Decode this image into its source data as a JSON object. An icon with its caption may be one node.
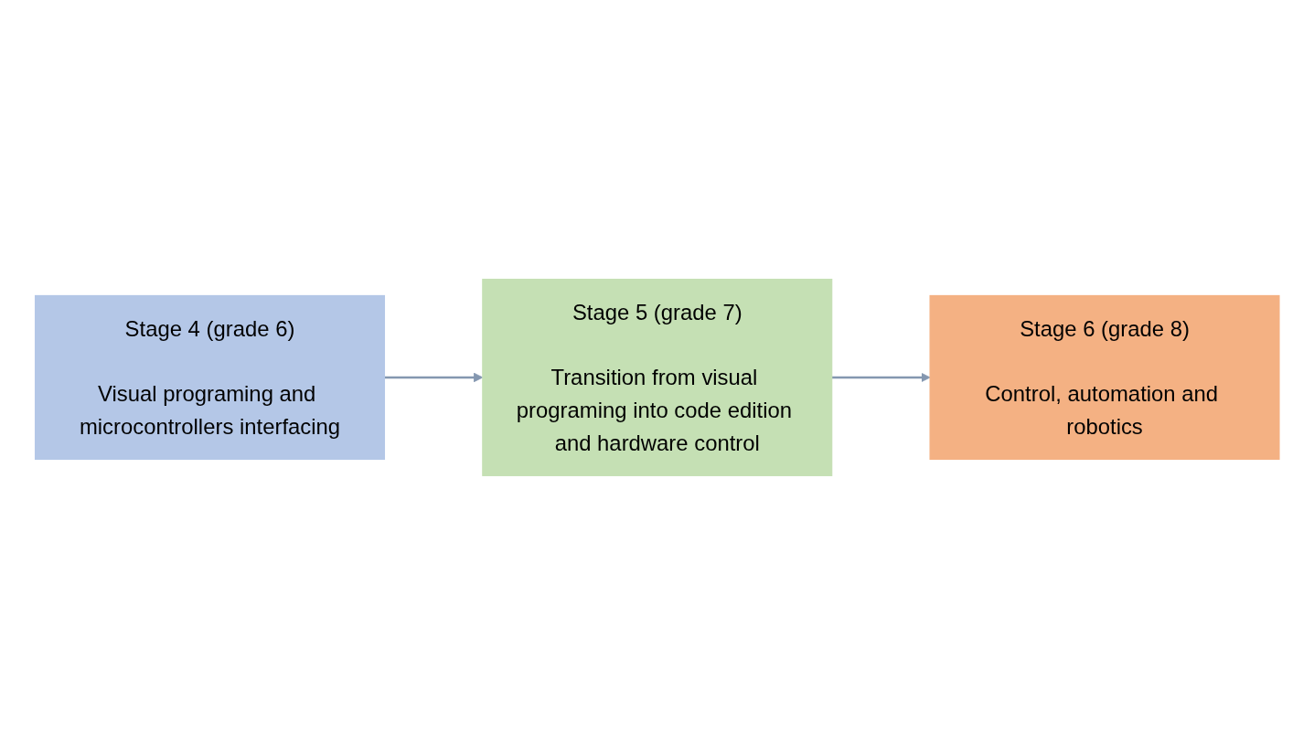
{
  "diagram": {
    "nodes": [
      {
        "text": [
          "Stage 4 (grade 6)",
          "Visual programing and microcontrollers interfacing"
        ]
      },
      {
        "text": [
          "Stage 5 (grade 7)",
          "Transition from visual programing into code edition and hardware control"
        ]
      },
      {
        "text": [
          "Stage 6 (grade 8)",
          "Control, automation and robotics"
        ]
      }
    ],
    "edges": [
      {
        "from": 0,
        "to": 1,
        "arrow": "to"
      },
      {
        "from": 1,
        "to": 2,
        "arrow": "to"
      }
    ]
  }
}
